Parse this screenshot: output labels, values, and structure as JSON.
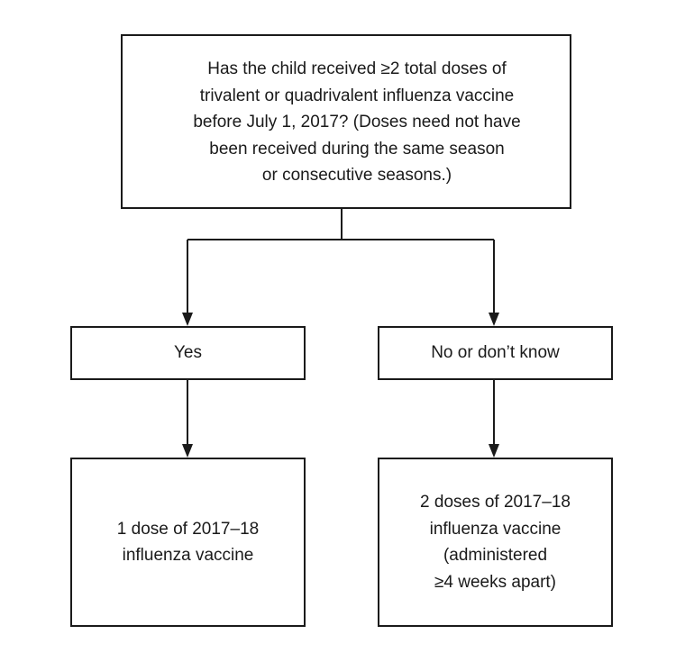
{
  "question": {
    "text": "Has the child received ≥2 total doses of\ntrivalent or quadrivalent influenza vaccine\nbefore July 1, 2017? (Doses need not have\nbeen received during the same season\nor consecutive seasons.)"
  },
  "branches": {
    "yes_label": "Yes",
    "no_label": "No or don’t know"
  },
  "outcomes": {
    "yes_text": "1 dose of 2017–18\ninfluenza vaccine",
    "no_text": "2 doses of 2017–18\ninfluenza vaccine\n(administered\n≥4 weeks apart)"
  },
  "colors": {
    "stroke": "#1a1a1a",
    "background": "#ffffff"
  }
}
